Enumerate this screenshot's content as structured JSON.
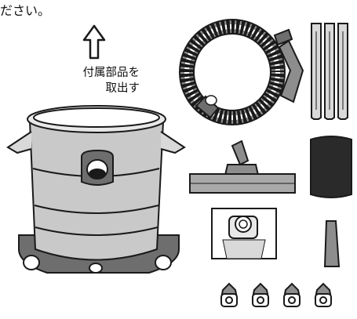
{
  "header_fragment": "ださい。",
  "instruction": {
    "line1": "付属部品を",
    "line2": "取出す"
  },
  "colors": {
    "outline": "#1a1a1a",
    "body_gray": "#c9c9c9",
    "body_mid": "#a9a9a9",
    "dark_gray": "#6e6e6e",
    "black_filter": "#2a2a2a",
    "hose_body": "#8d8d8d"
  },
  "icons": [
    "up-arrow-icon"
  ]
}
